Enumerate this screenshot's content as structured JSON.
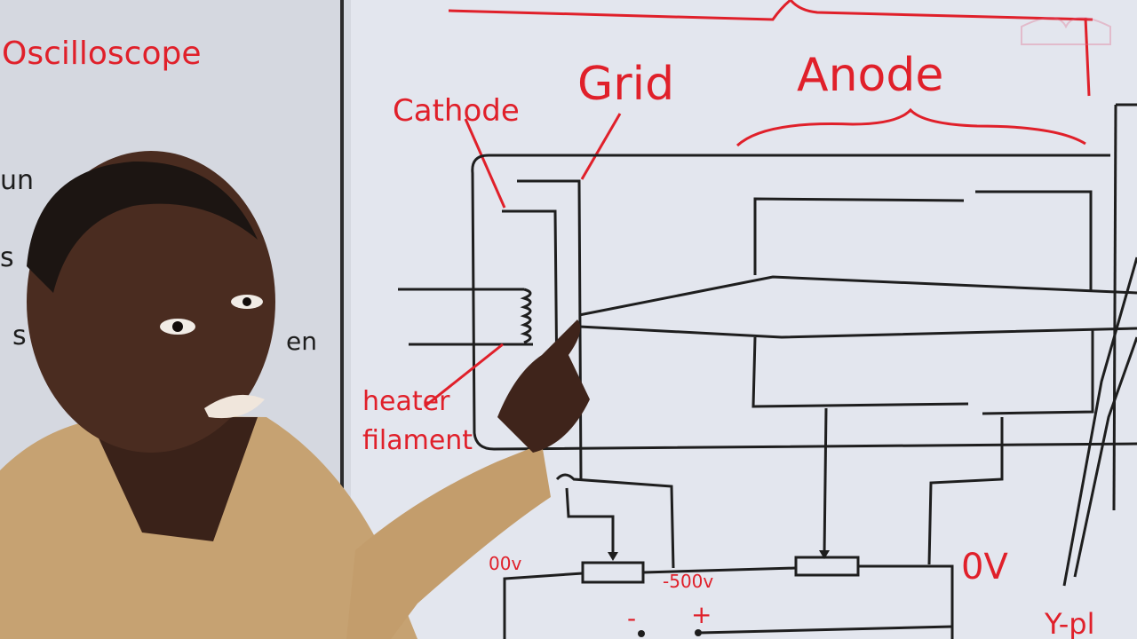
{
  "left_board": {
    "title": "Oscilloscope",
    "items": [
      "un",
      "s",
      "s",
      "en"
    ]
  },
  "labels": {
    "cathode": "Cathode",
    "grid": "Grid",
    "anode": "Anode",
    "heater": "heater",
    "filament": "filament",
    "zero_volt": "0V",
    "minus_500": "-500v",
    "left_volt": "00v",
    "minus_sign": "-",
    "plus_sign": "+",
    "y_plates": "Y-pl"
  },
  "colors": {
    "marker_red": "#e0202a",
    "marker_black": "#1e1e1e",
    "whiteboard": "#e3e6ee",
    "shirt": "#c6a272",
    "skin": "#4a2c20"
  },
  "scene": {
    "person": "presenter pointing at the electron gun diagram on a whiteboard"
  }
}
